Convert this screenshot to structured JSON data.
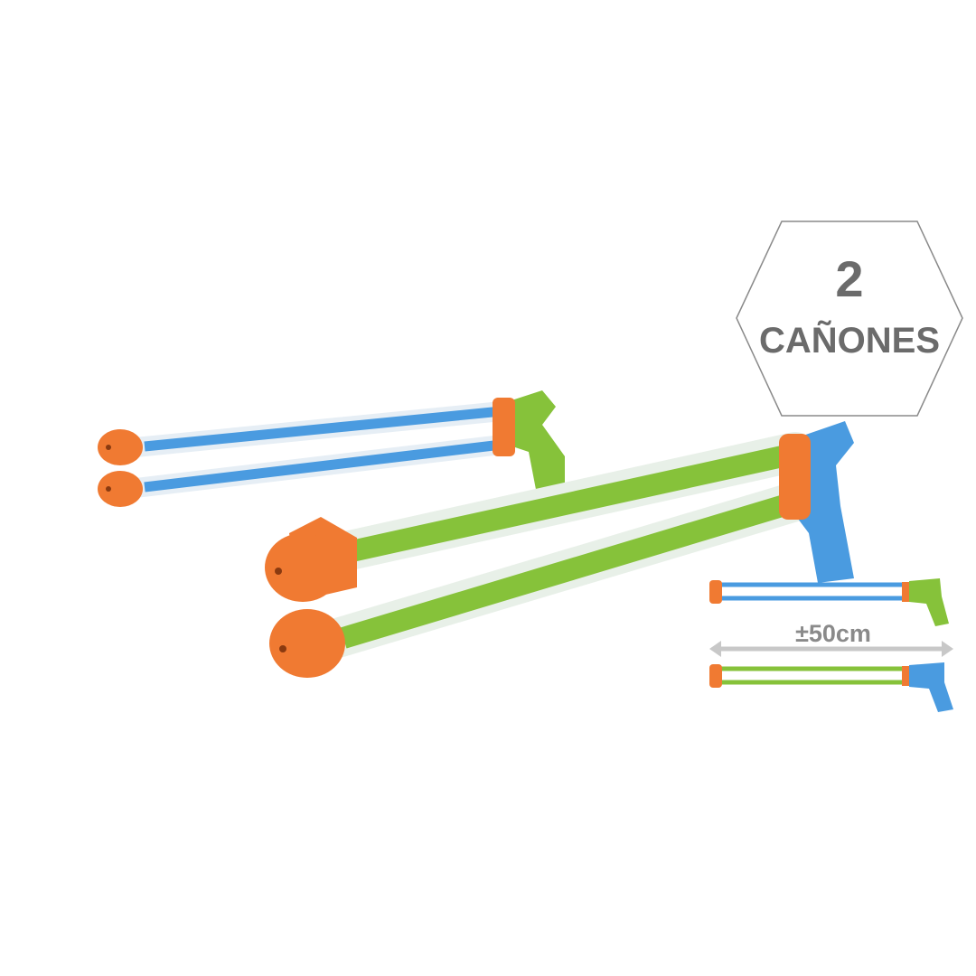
{
  "badge": {
    "count": "2",
    "label": "CAÑONES"
  },
  "dimension": {
    "label": "±50cm"
  },
  "colors": {
    "orange": "#f07a32",
    "blue": "#4a9be0",
    "green": "#86c23a",
    "badge_text": "#6b6b6b",
    "arrow": "#c8c8c8"
  }
}
